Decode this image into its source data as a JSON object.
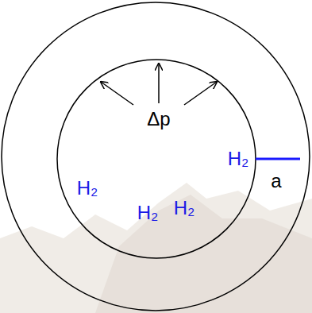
{
  "diagram": {
    "nodes": [
      {
        "text": [
          "Δp",
          "H₂",
          "H₂",
          "H₂",
          "H₂"
        ]
      }
    ],
    "labels": [
      "a"
    ]
  }
}
